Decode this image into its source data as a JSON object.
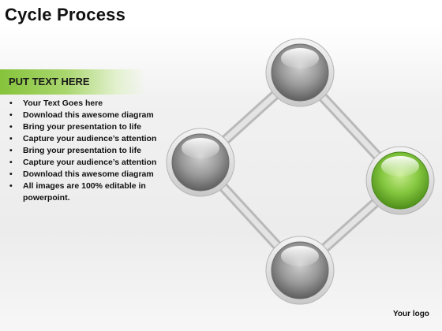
{
  "title": "Cycle Process",
  "header": "PUT TEXT HERE",
  "bullets": [
    "Your Text Goes here",
    "Download this awesome diagram",
    "Bring your presentation to life",
    "Capture your audience’s attention",
    "Bring your presentation to life",
    "Capture your audience’s attention",
    "Download this awesome diagram",
    "All images are 100% editable in powerpoint."
  ],
  "logo": "Your logo",
  "nodes": [
    {
      "id": "top",
      "color": "gray"
    },
    {
      "id": "right",
      "color": "green"
    },
    {
      "id": "bottom",
      "color": "gray"
    },
    {
      "id": "left",
      "color": "gray"
    }
  ],
  "colors": {
    "accent": "#86c33b",
    "node_gray": "#8c8c8c",
    "node_green": "#7fc23a"
  }
}
